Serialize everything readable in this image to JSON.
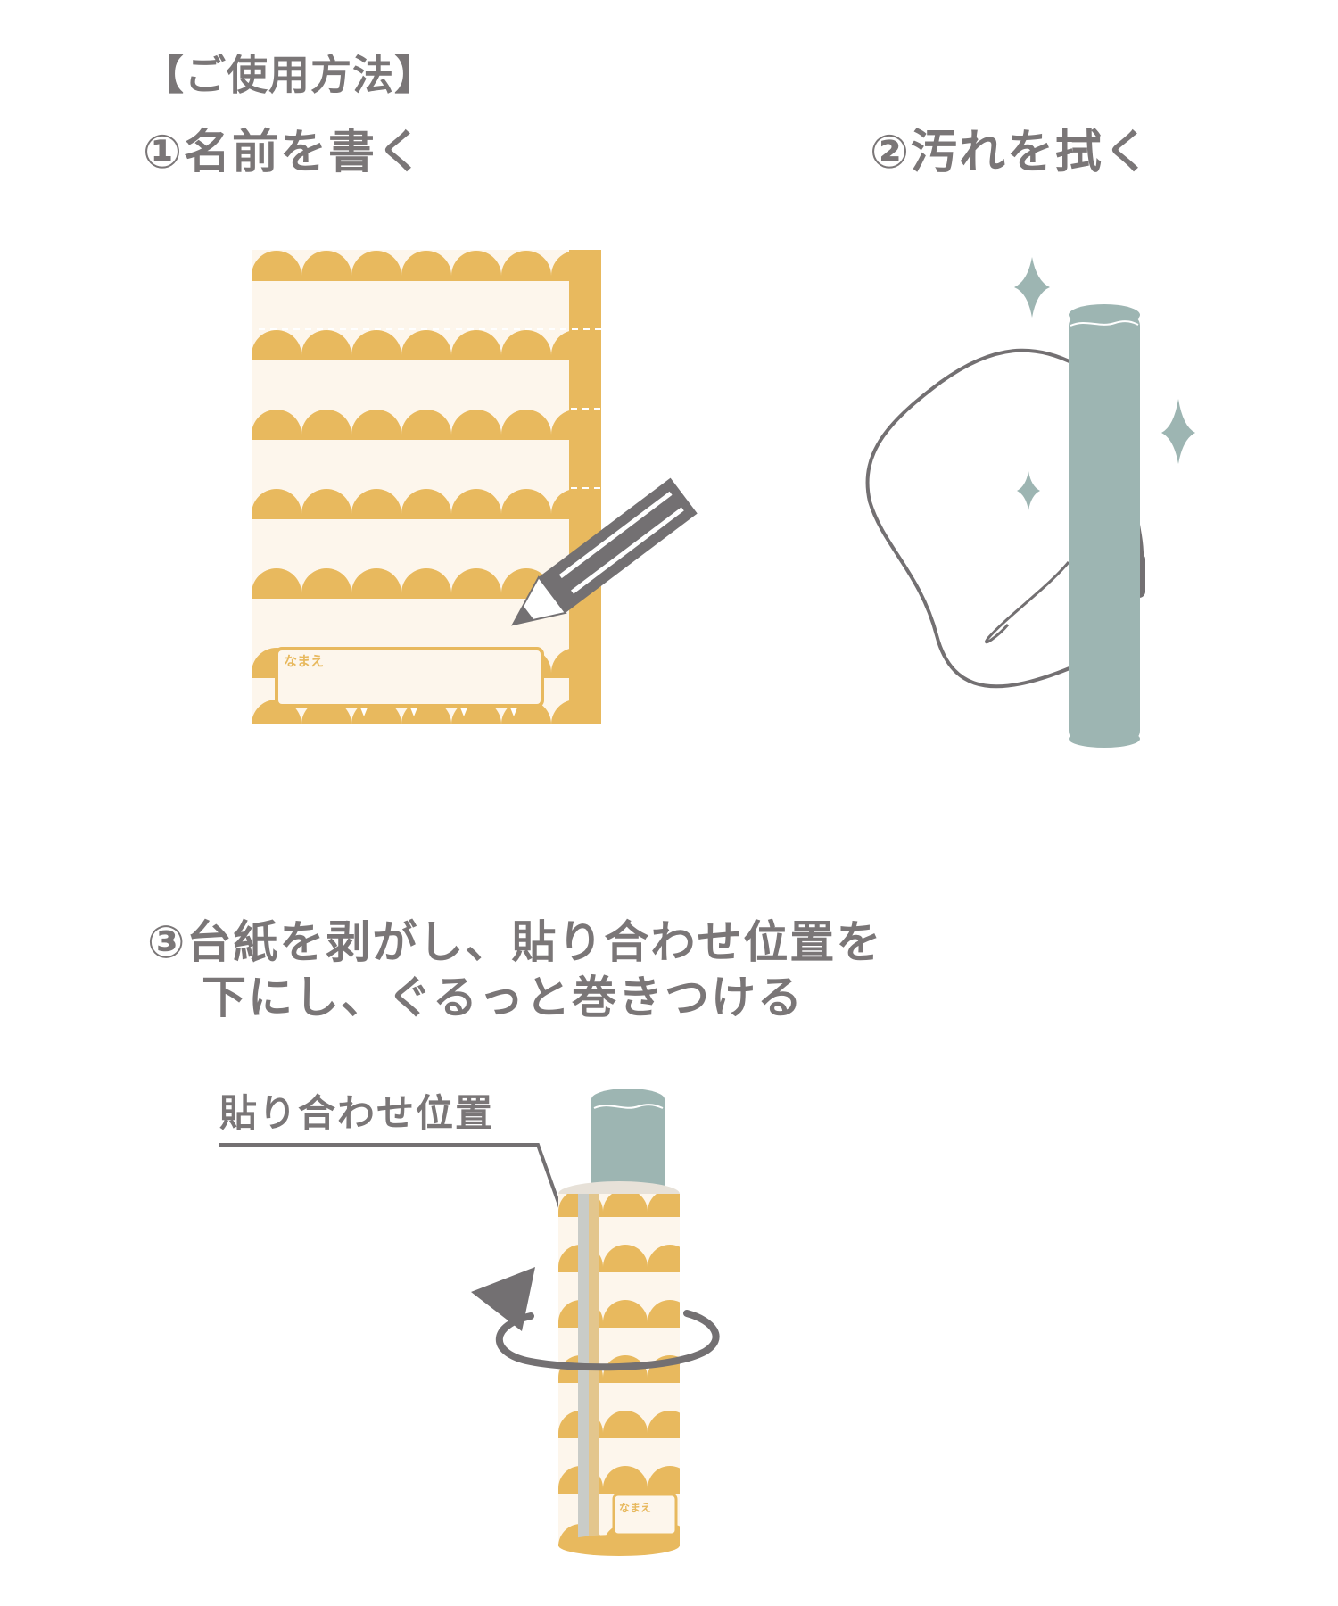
{
  "section_title": "【ご使用方法】",
  "steps": [
    {
      "label": "①名前を書く"
    },
    {
      "label": "②汚れを拭く"
    },
    {
      "label_line1": "③台紙を剥がし、貼り合わせ位置を",
      "label_line2": "下にし、ぐるっと巻きつける"
    }
  ],
  "callout": "貼り合わせ位置",
  "sheet_label": "なまえ",
  "colors": {
    "text": "#7a7677",
    "mustard": "#e8b95e",
    "cream": "#fdf6ec",
    "teal": "#9db5b2",
    "pencil": "#737072"
  },
  "icons": [
    "pencil-icon",
    "cloth-icon",
    "sparkle-icon",
    "rotate-arrow-icon"
  ]
}
